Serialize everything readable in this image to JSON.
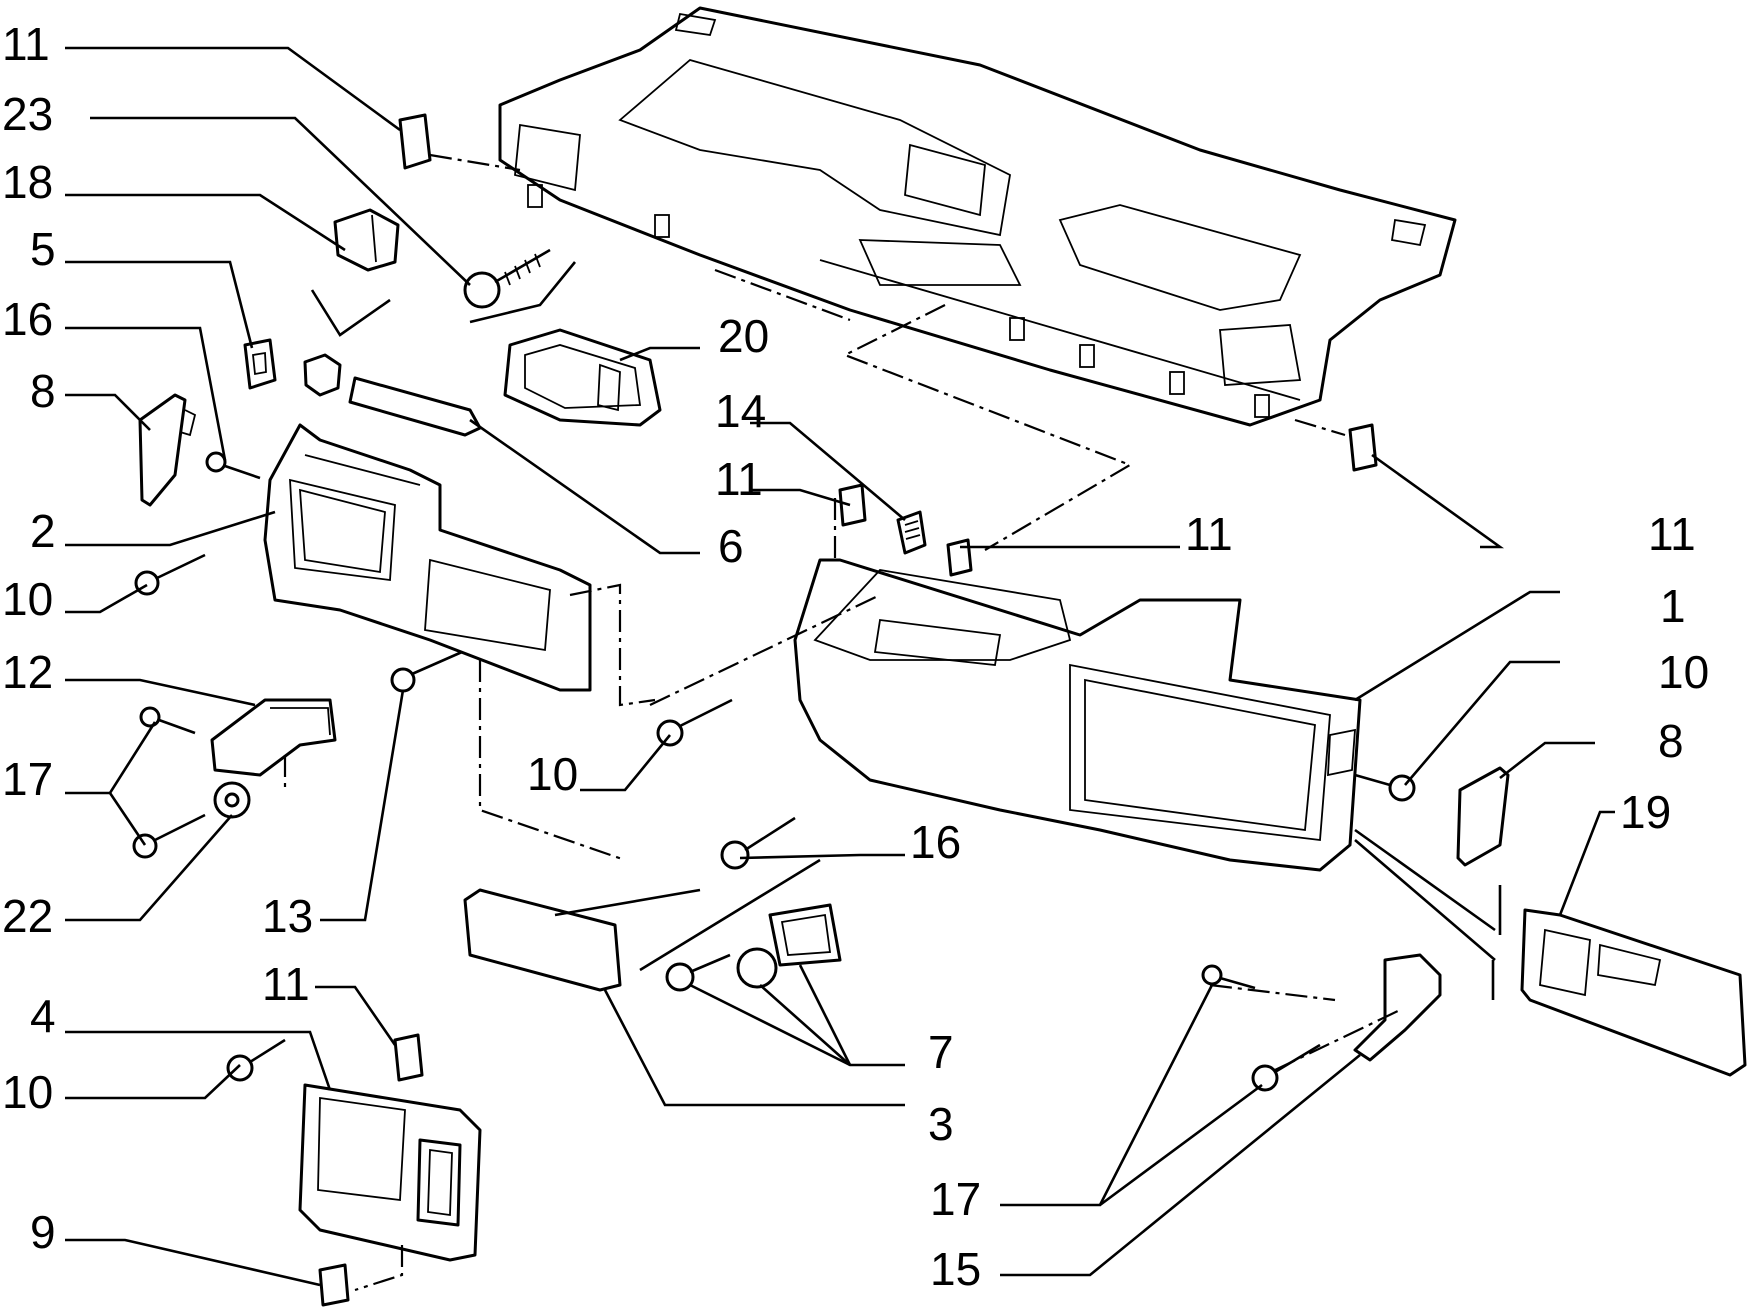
{
  "labels": {
    "l_11a": "11",
    "l_23": "23",
    "l_18": "18",
    "l_5": "5",
    "l_16a": "16",
    "l_8a": "8",
    "l_2": "2",
    "l_10a": "10",
    "l_12": "12",
    "l_17a": "17",
    "l_22": "22",
    "l_13": "13",
    "l_11b": "11",
    "l_4": "4",
    "l_10b": "10",
    "l_9": "9",
    "l_20": "20",
    "l_6": "6",
    "l_14": "14",
    "l_11c": "11",
    "l_11d": "11",
    "l_10c": "10",
    "l_16b": "16",
    "l_3": "3",
    "l_7": "7",
    "l_11e": "11",
    "l_1": "1",
    "l_10d": "10",
    "l_8b": "8",
    "l_19": "19",
    "l_17b": "17",
    "l_15": "15"
  }
}
